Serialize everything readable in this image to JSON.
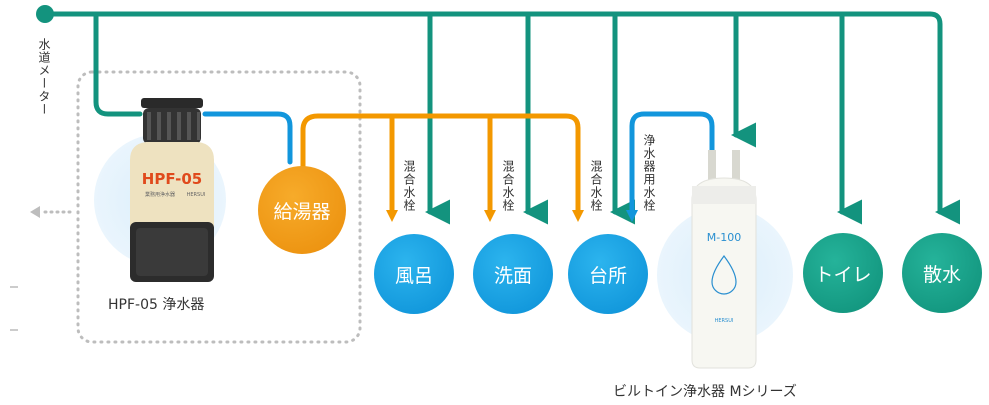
{
  "meter_label": "水道メーター",
  "purifier_hpf": {
    "tank_label": "HPF-05",
    "tank_sublabel": "業務用浄水器",
    "tank_brand": "HERSUI",
    "caption": "HPF-05 浄水器"
  },
  "heater_label": "給湯器",
  "outlets": {
    "bath": "風呂",
    "washbasin": "洗面",
    "kitchen": "台所",
    "toilet": "トイレ",
    "sprinkle": "散水"
  },
  "faucet_labels": {
    "mixer_1": "混合水栓",
    "mixer_2": "混合水栓",
    "mixer_3": "混合水栓",
    "purifier_faucet": "浄水器用水栓"
  },
  "purifier_m": {
    "model": "M-100",
    "brand": "HERSUI",
    "caption": "ビルトイン浄水器 Mシリーズ"
  },
  "colors": {
    "main_line": "#13937e",
    "purified_line": "#1296dc",
    "hot_line": "#f39800",
    "dotted_border": "#bdbdbd"
  }
}
